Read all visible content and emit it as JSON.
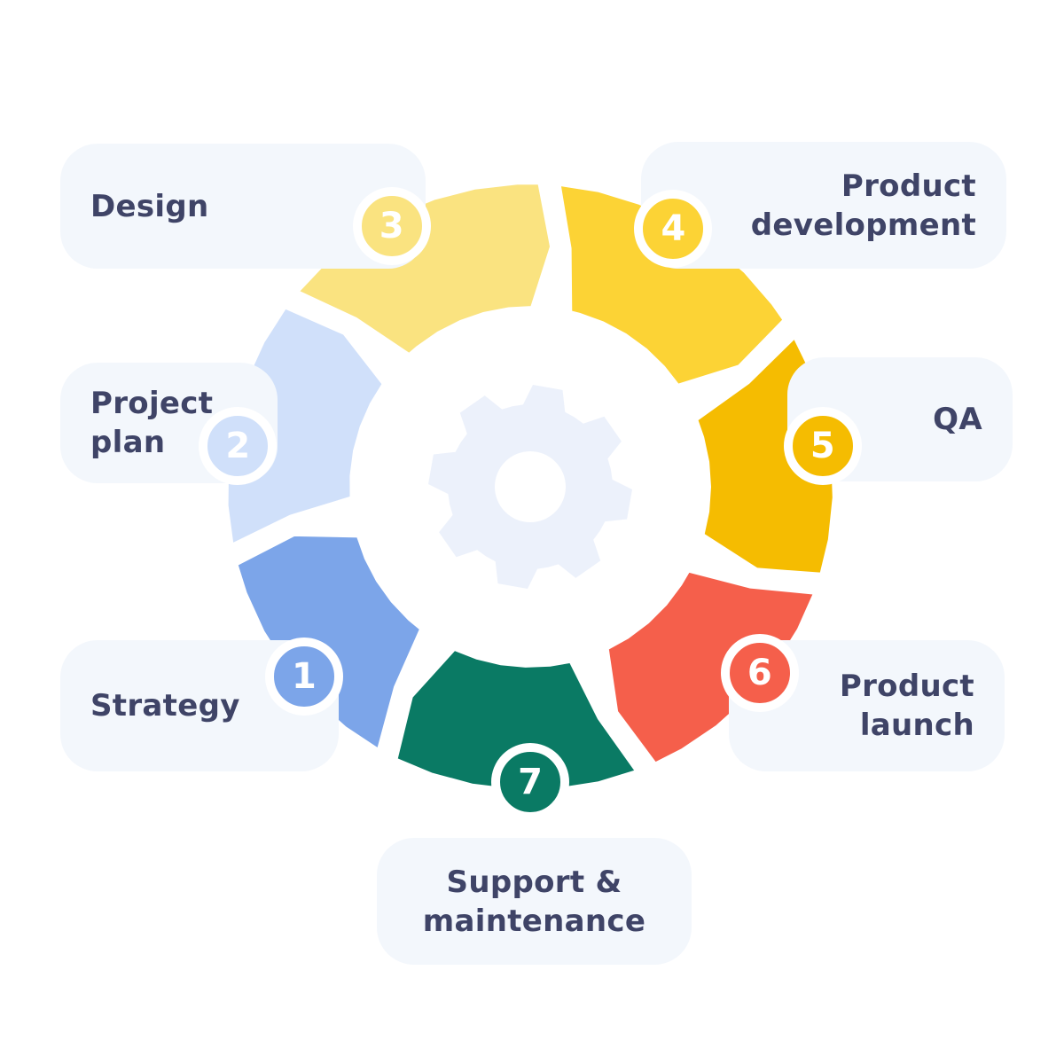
{
  "canvas": {
    "background": "#FFFFFF"
  },
  "palette": {
    "card_bg": "#F3F7FC",
    "label_text": "#3F4467",
    "badge_text": "#FFFFFF",
    "badge_ring": "#FFFFFF",
    "gear": "#ECF1FB",
    "center_circle": "#FFFFFF"
  },
  "diagram": {
    "type": "circular-process-cycle",
    "center_icon": "gear-icon",
    "direction": "clockwise",
    "steps": [
      {
        "number": "1",
        "label": "Strategy",
        "lines": [
          "Strategy"
        ],
        "color": "#7CA5E9"
      },
      {
        "number": "2",
        "label": "Project plan",
        "lines": [
          "Project",
          "plan"
        ],
        "color": "#D0E0FA"
      },
      {
        "number": "3",
        "label": "Design",
        "lines": [
          "Design"
        ],
        "color": "#FAE380"
      },
      {
        "number": "4",
        "label": "Product development",
        "lines": [
          "Product",
          "development"
        ],
        "color": "#FCD335"
      },
      {
        "number": "5",
        "label": "QA",
        "lines": [
          "QA"
        ],
        "color": "#F5BC01"
      },
      {
        "number": "6",
        "label": "Product launch",
        "lines": [
          "Product",
          "launch"
        ],
        "color": "#F55F4B"
      },
      {
        "number": "7",
        "label": "Support & maintenance",
        "lines": [
          "Support &",
          "maintenance"
        ],
        "color": "#0A7A64"
      }
    ]
  }
}
